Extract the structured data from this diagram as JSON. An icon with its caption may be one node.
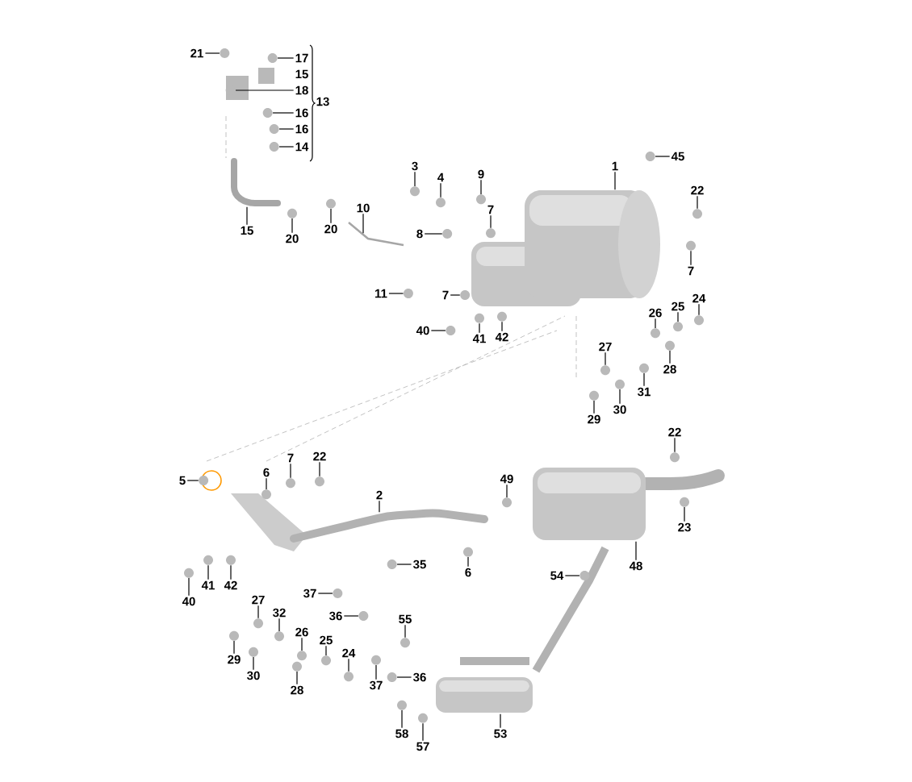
{
  "diagram": {
    "nodes": [
      {
        "text": [
          "21"
        ]
      },
      {
        "text": [
          "17"
        ]
      },
      {
        "text": [
          "18"
        ]
      },
      {
        "text": [
          "16"
        ]
      },
      {
        "text": [
          "16"
        ]
      },
      {
        "text": [
          "14"
        ]
      },
      {
        "text": [
          "3"
        ]
      },
      {
        "text": [
          "1"
        ]
      },
      {
        "text": [
          "45"
        ]
      },
      {
        "text": [
          "9"
        ]
      },
      {
        "text": [
          "4"
        ]
      },
      {
        "text": [
          "22"
        ]
      },
      {
        "text": [
          "10"
        ]
      },
      {
        "text": [
          "7"
        ]
      },
      {
        "text": [
          "15"
        ]
      },
      {
        "text": [
          "20"
        ]
      },
      {
        "text": [
          "20"
        ]
      },
      {
        "text": [
          "8"
        ]
      },
      {
        "text": [
          "7"
        ]
      },
      {
        "text": [
          "11"
        ]
      },
      {
        "text": [
          "7"
        ]
      },
      {
        "text": [
          "24"
        ]
      },
      {
        "text": [
          "25"
        ]
      },
      {
        "text": [
          "26"
        ]
      },
      {
        "text": [
          "40"
        ]
      },
      {
        "text": [
          "42"
        ]
      },
      {
        "text": [
          "41"
        ]
      },
      {
        "text": [
          "27"
        ]
      },
      {
        "text": [
          "28"
        ]
      },
      {
        "text": [
          "31"
        ]
      },
      {
        "text": [
          "30"
        ]
      },
      {
        "text": [
          "29"
        ]
      },
      {
        "text": [
          "22"
        ]
      },
      {
        "text": [
          "7"
        ]
      },
      {
        "text": [
          "22"
        ]
      },
      {
        "text": [
          "6"
        ]
      },
      {
        "text": [
          "49"
        ]
      },
      {
        "text": [
          "5"
        ]
      },
      {
        "text": [
          "2"
        ]
      },
      {
        "text": [
          "23"
        ]
      },
      {
        "text": [
          "35"
        ]
      },
      {
        "text": [
          "48"
        ]
      },
      {
        "text": [
          "6"
        ]
      },
      {
        "text": [
          "54"
        ]
      },
      {
        "text": [
          "41"
        ]
      },
      {
        "text": [
          "42"
        ]
      },
      {
        "text": [
          "37"
        ]
      },
      {
        "text": [
          "27"
        ]
      },
      {
        "text": [
          "40"
        ]
      },
      {
        "text": [
          "32"
        ]
      },
      {
        "text": [
          "36"
        ]
      },
      {
        "text": [
          "55"
        ]
      },
      {
        "text": [
          "26"
        ]
      },
      {
        "text": [
          "25"
        ]
      },
      {
        "text": [
          "24"
        ]
      },
      {
        "text": [
          "29"
        ]
      },
      {
        "text": [
          "30"
        ]
      },
      {
        "text": [
          "36"
        ]
      },
      {
        "text": [
          "37"
        ]
      },
      {
        "text": [
          "28"
        ]
      },
      {
        "text": [
          "53"
        ]
      },
      {
        "text": [
          "58"
        ]
      },
      {
        "text": [
          "57"
        ]
      },
      {
        "text": [],
        "shape": "circle"
      },
      {
        "text": [],
        "shape": "circle"
      },
      {
        "text": [],
        "shape": "circle"
      },
      {
        "text": [],
        "shape": "circle"
      },
      {
        "text": [],
        "shape": "circle"
      },
      {
        "text": [],
        "shape": "circle"
      },
      {
        "text": [],
        "shape": "circle"
      },
      {
        "text": [],
        "shape": "picture"
      },
      {
        "text": [],
        "shape": "circle"
      },
      {
        "text": [],
        "shape": "circle"
      },
      {
        "text": [],
        "shape": "circle"
      },
      {
        "text": [],
        "shape": "circle"
      },
      {
        "text": [],
        "shape": "picture"
      },
      {
        "text": [],
        "shape": "circle"
      },
      {
        "text": [],
        "shape": "picture"
      },
      {
        "text": [],
        "shape": "circle"
      },
      {
        "text": [],
        "shape": "circle"
      },
      {
        "text": [],
        "shape": "circle"
      },
      {
        "text": [],
        "shape": "circle"
      },
      {
        "text": [],
        "shape": "circle"
      },
      {
        "text": [],
        "shape": "circle"
      },
      {
        "text": [],
        "shape": "circle"
      },
      {
        "text": [],
        "shape": "circle"
      },
      {
        "text": [],
        "shape": "circle"
      },
      {
        "text": [],
        "shape": "circle"
      },
      {
        "text": [],
        "shape": "circle"
      },
      {
        "text": [],
        "shape": "circle"
      },
      {
        "text": [],
        "shape": "circle"
      },
      {
        "text": [],
        "shape": "circle"
      },
      {
        "text": [],
        "shape": "circle"
      },
      {
        "text": [],
        "shape": "circle"
      },
      {
        "text": [],
        "shape": "circle"
      },
      {
        "text": [],
        "shape": "circle"
      },
      {
        "text": [],
        "shape": "circle"
      },
      {
        "text": [],
        "shape": "circle"
      },
      {
        "text": [],
        "shape": "circle"
      },
      {
        "text": [],
        "shape": "circle"
      },
      {
        "text": [],
        "shape": "circle"
      },
      {
        "text": [],
        "shape": "picture"
      },
      {
        "text": [],
        "shape": "circle"
      },
      {
        "text": [],
        "shape": "circle"
      },
      {
        "text": [],
        "shape": "picture"
      },
      {
        "text": [],
        "shape": "circle"
      },
      {
        "text": [],
        "shape": "circle"
      },
      {
        "text": [],
        "shape": "circle"
      },
      {
        "text": [],
        "shape": "circle"
      },
      {
        "text": [],
        "shape": "circle"
      },
      {
        "text": [],
        "shape": "circle"
      },
      {
        "text": [],
        "shape": "circle"
      },
      {
        "text": [],
        "shape": "circle"
      },
      {
        "text": [],
        "shape": "circle"
      },
      {
        "text": [],
        "shape": "circle"
      },
      {
        "text": [],
        "shape": "circle"
      },
      {
        "text": [],
        "shape": "circle"
      },
      {
        "text": [],
        "shape": "circle"
      },
      {
        "text": [],
        "shape": "circle"
      },
      {
        "text": [],
        "shape": "circle"
      },
      {
        "text": [],
        "shape": "circle"
      },
      {
        "text": [],
        "shape": "circle"
      },
      {
        "text": [],
        "shape": "circle"
      },
      {
        "text": [],
        "shape": "picture"
      },
      {
        "text": [],
        "shape": "circle"
      },
      {
        "text": [],
        "shape": "circle"
      }
    ],
    "edges": [
      {
        "from": 0,
        "to": 63,
        "arrow": "none"
      },
      {
        "from": 1,
        "to": 64,
        "arrow": "none"
      },
      {
        "from": 2,
        "to": 65,
        "arrow": "none"
      },
      {
        "from": 3,
        "to": 66,
        "arrow": "none"
      },
      {
        "from": 4,
        "to": 67,
        "arrow": "none"
      },
      {
        "from": 5,
        "to": 68,
        "arrow": "none"
      },
      {
        "from": 6,
        "to": 69,
        "arrow": "none"
      },
      {
        "from": 7,
        "to": 70,
        "arrow": "none"
      },
      {
        "from": 8,
        "to": 71,
        "arrow": "none"
      },
      {
        "from": 9,
        "to": 72,
        "arrow": "none"
      },
      {
        "from": 10,
        "to": 73,
        "arrow": "none"
      },
      {
        "from": 11,
        "to": 74,
        "arrow": "none"
      },
      {
        "from": 12,
        "to": 75,
        "arrow": "none"
      },
      {
        "from": 13,
        "to": 76,
        "arrow": "none"
      },
      {
        "from": 14,
        "to": 77,
        "arrow": "none"
      },
      {
        "from": 15,
        "to": 78,
        "arrow": "none"
      },
      {
        "from": 16,
        "to": 79,
        "arrow": "none"
      },
      {
        "from": 17,
        "to": 80,
        "arrow": "none"
      },
      {
        "from": 18,
        "to": 81,
        "arrow": "none"
      },
      {
        "from": 19,
        "to": 82,
        "arrow": "none"
      },
      {
        "from": 20,
        "to": 83,
        "arrow": "none"
      },
      {
        "from": 21,
        "to": 84,
        "arrow": "none"
      },
      {
        "from": 22,
        "to": 85,
        "arrow": "none"
      },
      {
        "from": 23,
        "to": 86,
        "arrow": "none"
      },
      {
        "from": 24,
        "to": 87,
        "arrow": "none"
      },
      {
        "from": 25,
        "to": 88,
        "arrow": "none"
      },
      {
        "from": 26,
        "to": 89,
        "arrow": "none"
      },
      {
        "from": 27,
        "to": 90,
        "arrow": "none"
      },
      {
        "from": 28,
        "to": 91,
        "arrow": "none"
      },
      {
        "from": 29,
        "to": 92,
        "arrow": "none"
      },
      {
        "from": 30,
        "to": 93,
        "arrow": "none"
      },
      {
        "from": 31,
        "to": 94,
        "arrow": "none"
      },
      {
        "from": 32,
        "to": 95,
        "arrow": "none"
      },
      {
        "from": 33,
        "to": 96,
        "arrow": "none"
      },
      {
        "from": 34,
        "to": 97,
        "arrow": "none"
      },
      {
        "from": 35,
        "to": 98,
        "arrow": "none"
      },
      {
        "from": 36,
        "to": 99,
        "arrow": "none"
      },
      {
        "from": 37,
        "to": 100,
        "arrow": "none"
      },
      {
        "from": 38,
        "to": 101,
        "arrow": "none"
      },
      {
        "from": 39,
        "to": 102,
        "arrow": "none"
      },
      {
        "from": 40,
        "to": 103,
        "arrow": "none"
      },
      {
        "from": 41,
        "to": 104,
        "arrow": "none"
      },
      {
        "from": 42,
        "to": 105,
        "arrow": "none"
      },
      {
        "from": 43,
        "to": 106,
        "arrow": "none"
      },
      {
        "from": 44,
        "to": 107,
        "arrow": "none"
      },
      {
        "from": 45,
        "to": 108,
        "arrow": "none"
      },
      {
        "from": 46,
        "to": 109,
        "arrow": "none"
      },
      {
        "from": 47,
        "to": 110,
        "arrow": "none"
      },
      {
        "from": 48,
        "to": 111,
        "arrow": "none"
      },
      {
        "from": 49,
        "to": 112,
        "arrow": "none"
      },
      {
        "from": 50,
        "to": 113,
        "arrow": "none"
      },
      {
        "from": 51,
        "to": 114,
        "arrow": "none"
      },
      {
        "from": 52,
        "to": 115,
        "arrow": "none"
      },
      {
        "from": 53,
        "to": 116,
        "arrow": "none"
      },
      {
        "from": 54,
        "to": 117,
        "arrow": "none"
      },
      {
        "from": 55,
        "to": 118,
        "arrow": "none"
      },
      {
        "from": 56,
        "to": 119,
        "arrow": "none"
      },
      {
        "from": 57,
        "to": 120,
        "arrow": "none"
      },
      {
        "from": 58,
        "to": 121,
        "arrow": "none"
      },
      {
        "from": 59,
        "to": 122,
        "arrow": "none"
      },
      {
        "from": 60,
        "to": 123,
        "arrow": "none"
      },
      {
        "from": 61,
        "to": 124,
        "arrow": "none"
      },
      {
        "from": 62,
        "to": 125,
        "arrow": "none"
      }
    ],
    "labels": [
      "15",
      "13"
    ]
  }
}
